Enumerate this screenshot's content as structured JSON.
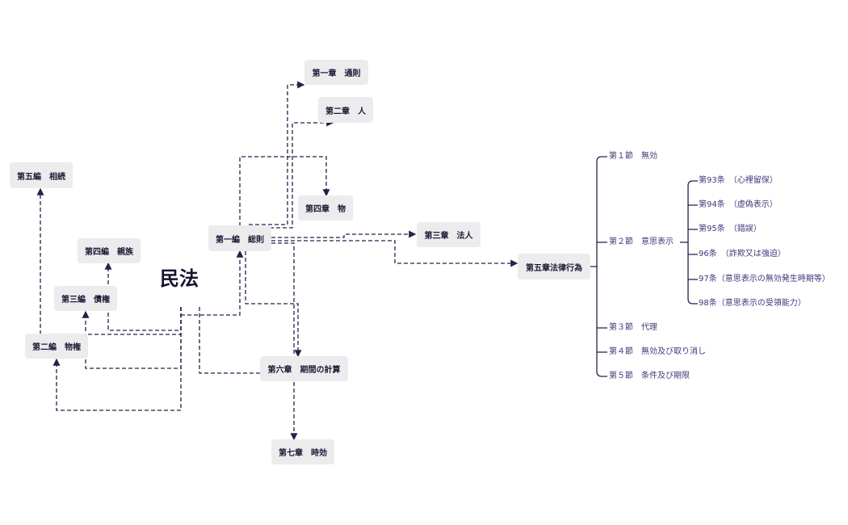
{
  "root": {
    "label": "民法"
  },
  "parts": {
    "part1": "第一編　総則",
    "part2": "第二編　物権",
    "part3": "第三編　債権",
    "part4": "第四編　親族",
    "part5": "第五編　相続"
  },
  "chapters": {
    "ch1": "第一章　通則",
    "ch2": "第二章　人",
    "ch3": "第三章　法人",
    "ch4": "第四章　物",
    "ch5": "第五章法律行為",
    "ch6": "第六章　期間の計算",
    "ch7": "第七章　時効"
  },
  "sections": {
    "s1": "第１節　無効",
    "s2": "第２節　意思表示",
    "s3": "第３節　代理",
    "s4": "第４節　無効及び取り消し",
    "s5": "第５節　条件及び期限"
  },
  "articles": {
    "a93": "第93条　（心裡留保）",
    "a94": "第94条　（虚偽表示）",
    "a95": "第95条　（錯誤）",
    "a96": "96条　（詐欺又は強迫）",
    "a97": "97条（意思表示の無効発生時期等）",
    "a98": "98条（意思表示の受領能力）"
  },
  "colors": {
    "node_bg": "#ececee",
    "line": "#22224a",
    "leaf_text": "#3a3a7a"
  }
}
